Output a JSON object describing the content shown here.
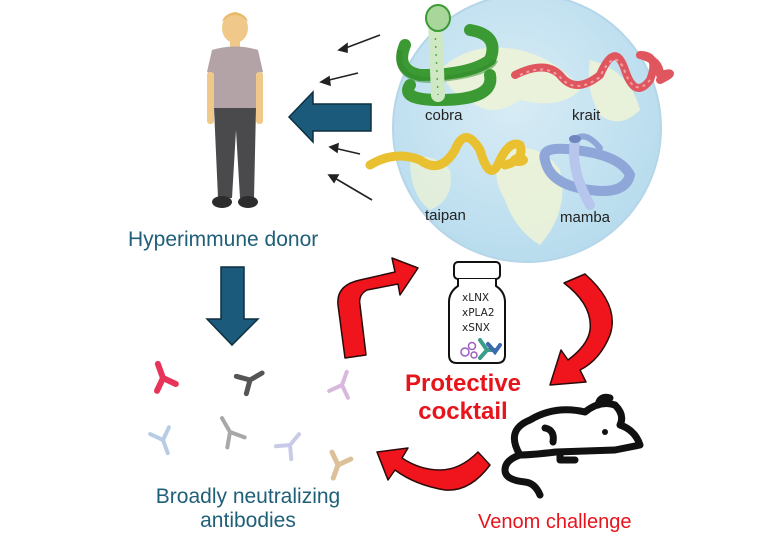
{
  "colors": {
    "teal_text": "#1f5f78",
    "blue_arrow": "#1b5a7a",
    "red_arrow": "#f0151c",
    "red_text": "#e8141c"
  },
  "donor": {
    "label": "Hyperimmune donor"
  },
  "snakes": [
    {
      "name": "cobra",
      "color": "#3c9a35"
    },
    {
      "name": "krait",
      "color": "#e0565e"
    },
    {
      "name": "taipan",
      "color": "#e8c030"
    },
    {
      "name": "mamba",
      "color": "#8fa6d8"
    }
  ],
  "vial": {
    "contents": [
      "xLNX",
      "xPLA2",
      "xSNX"
    ]
  },
  "cocktail": {
    "line1": "Protective",
    "line2": "cocktail"
  },
  "antibodies": {
    "line1": "Broadly neutralizing",
    "line2": "antibodies"
  },
  "challenge": {
    "label": "Venom challenge"
  }
}
